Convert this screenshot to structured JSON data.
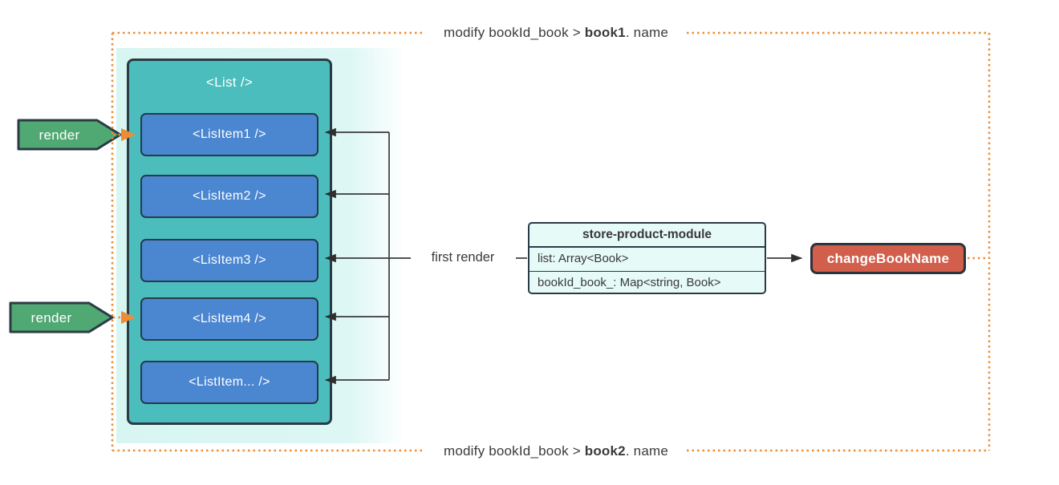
{
  "notes": {
    "top": {
      "prefix": "modify bookId_book > ",
      "bold": "book1",
      "suffix": ". name"
    },
    "bottom": {
      "prefix": "modify bookId_book > ",
      "bold": "book2",
      "suffix": ". name"
    }
  },
  "list_component": {
    "title": "<List />",
    "items": [
      {
        "label": "<LisItem1 />"
      },
      {
        "label": "<LisItem2 />"
      },
      {
        "label": "<LisItem3 />"
      },
      {
        "label": "<LisItem4 />"
      },
      {
        "label": "<ListItem... />"
      }
    ]
  },
  "render_badges": [
    {
      "label": "render"
    },
    {
      "label": "render"
    }
  ],
  "first_render_label": "first render",
  "store_module": {
    "title": "store-product-module",
    "rows": [
      {
        "text": "list: Array<Book>"
      },
      {
        "text": "bookId_book_: Map<string, Book>"
      }
    ]
  },
  "action": {
    "label": "changeBookName"
  },
  "colors": {
    "accent_orange": "#ee8c35",
    "teal": "#4cbdbd",
    "item_blue": "#4b86d1",
    "badge_green": "#50a873",
    "action_red": "#d15f4b",
    "panel_cyan": "#d9f6f2",
    "table_bg": "#e6faf7",
    "dark_border": "#2b3b45",
    "line": "#3a3a3a",
    "text": "#38383a"
  }
}
